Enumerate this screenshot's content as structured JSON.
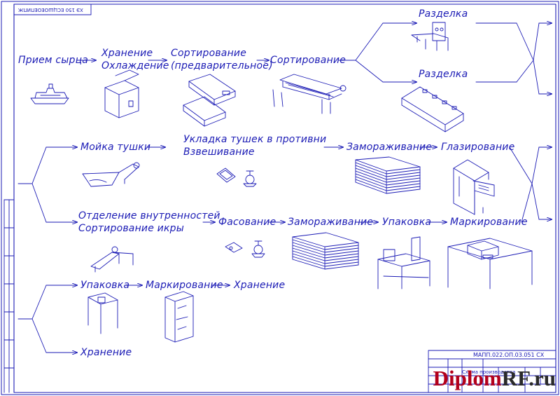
{
  "colors": {
    "line": "#1b1bb5",
    "watermark_red": "#b3001b",
    "watermark_dark": "#2a2a2a"
  },
  "stamp": {
    "top_code": "ХЭ 150 ЕСЦШОЕОЕПИПЖ",
    "doc_code": "МАПП.022.ОП.03.051 СХ",
    "sheet_code": "Схема производства"
  },
  "watermark": {
    "part1": "Diplom",
    "part2": "RF.ru"
  },
  "nodes": {
    "priem": "Прием сырца",
    "hranenie1a": "Хранение",
    "hranenie1b": "Охлаждение",
    "sort_pred_a": "Сортирование",
    "sort_pred_b": "(предварительное)",
    "sort": "Сортирование",
    "razdelka1": "Разделка",
    "razdelka2": "Разделка",
    "mojka": "Мойка тушки",
    "ukladka_a": "Укладка тушек в противни",
    "ukladka_b": "Взвешивание",
    "zamor1": "Замораживание",
    "glazir": "Глазирование",
    "otdel_a": "Отделение внутренностей",
    "otdel_b": "Сортирование икры",
    "fasov": "Фасование",
    "zamor2": "Замораживание",
    "upak1": "Упаковка",
    "mark1": "Маркирование",
    "upak2": "Упаковка",
    "mark2": "Маркирование",
    "hran2": "Хранение",
    "hran3": "Хранение"
  }
}
